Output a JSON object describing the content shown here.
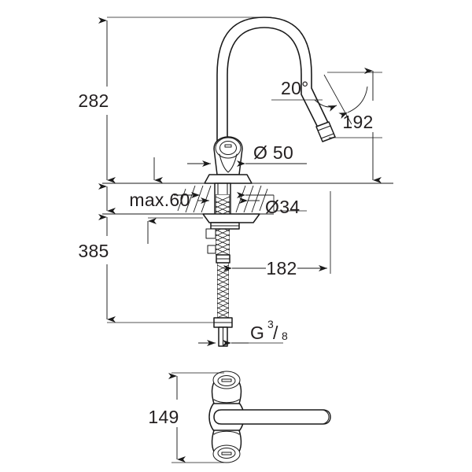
{
  "drawing": {
    "title": "Kitchen mixer tap technical dimension drawing",
    "type": "engineering-dimension-drawing",
    "units": "mm",
    "line_color": "#1a1a1a",
    "text_color": "#231f20",
    "background_color": "#ffffff"
  },
  "views": {
    "front": {
      "name": "front-elevation",
      "description": "Gooseneck kitchen mixer tap with deck mount, countertop section and braided supply hose"
    },
    "top": {
      "name": "top-plan",
      "description": "Plan view of two cross-head handles and side lever"
    }
  },
  "dimensions": {
    "height_above_deck": "282",
    "countertop_max_thickness": "max.60",
    "depth_below_deck": "385",
    "spout_reach_height": "192",
    "spout_projection": "182",
    "body_diameter": "Ø 50",
    "shank_diameter": "Ø34",
    "handle_span": "149",
    "outlet_angle": "20°",
    "thread": {
      "prefix": "G",
      "numerator": "3",
      "separator": "/",
      "denominator": "8"
    }
  }
}
